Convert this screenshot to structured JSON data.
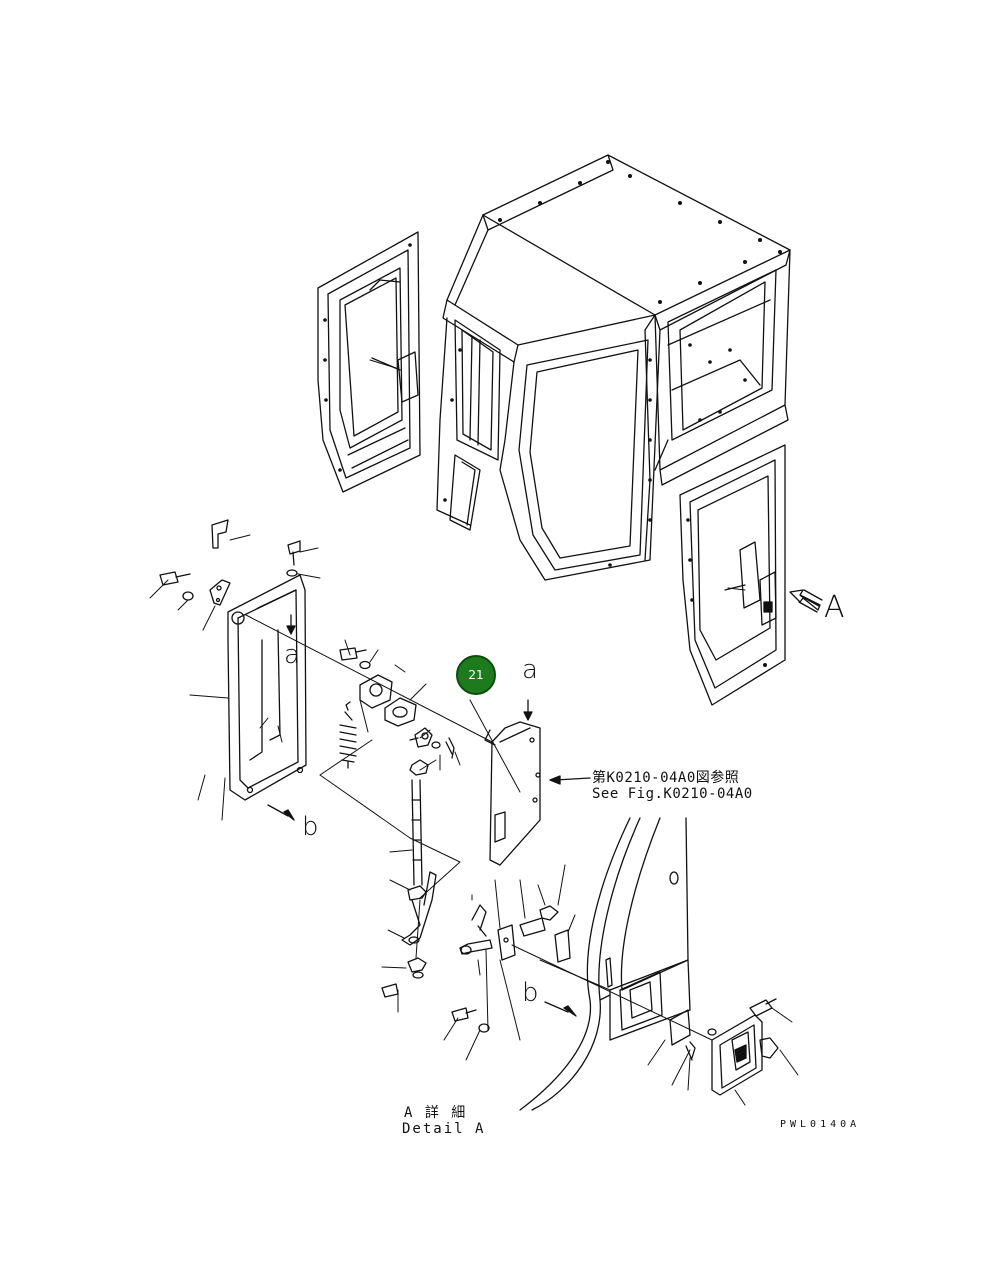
{
  "labels": {
    "view_arrow": "A",
    "marker_a": "a",
    "marker_b": "b",
    "marker_a2": "a",
    "marker_b2": "b",
    "ref_jp": "第K0210-04A0図参照",
    "ref_en": "See Fig.K0210-04A0",
    "detail_jp": "A 詳 細",
    "detail_en": "Detail A",
    "drawing_code": "PWL0140A"
  },
  "badge": {
    "number": "21",
    "color": "#1d7a1d"
  },
  "colors": {
    "line": "#111111",
    "background": "#ffffff"
  }
}
